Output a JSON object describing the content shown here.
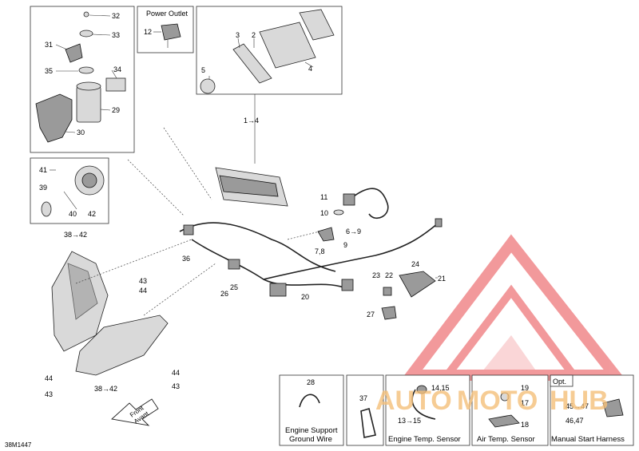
{
  "diagram": {
    "code": "38M1447",
    "front_label": [
      "Front",
      "Avant"
    ],
    "boxes": {
      "power_outlet_title": "Power Outlet",
      "engine_support_caption": [
        "Engine Support",
        "Ground Wire"
      ],
      "engine_temp_caption": "Engine Temp. Sensor",
      "air_temp_caption": "Air Temp. Sensor",
      "manual_start_caption": "Manual Start Harness",
      "opt_tag": "Opt."
    },
    "callouts": {
      "c32": "32",
      "c33": "33",
      "c31": "31",
      "c35": "35",
      "c34": "34",
      "c29": "29",
      "c30": "30",
      "c12": "12",
      "c3": "3",
      "c2": "2",
      "c5": "5",
      "c4": "4",
      "c1_4": "1→4",
      "c41": "41",
      "c39": "39",
      "c40": "40",
      "c42": "42",
      "c38_42_top": "38→42",
      "c11": "11",
      "c10": "10",
      "c6_9": "6→9",
      "c7_8": "7,8",
      "c9": "9",
      "c36": "36",
      "c43a": "43",
      "c44a": "44",
      "c25": "25",
      "c26": "26",
      "c20": "20",
      "c23": "23",
      "c22": "22",
      "c24": "24",
      "c21": "21",
      "c27": "27",
      "c44b": "44",
      "c43b": "43",
      "c44c": "44",
      "c43c": "43",
      "c38_42_bot": "38→42",
      "c28": "28",
      "c37": "37",
      "c14_15": "14,15",
      "c13_15": "13→15",
      "c19": "19",
      "c17": "17",
      "c18": "18",
      "c45_47a": "45→47",
      "c46_47": "46,47"
    }
  },
  "watermark": {
    "brand": [
      "AUTO",
      "MOTO",
      "HUB"
    ],
    "color": "#e8474b",
    "accent": "#f5c07a"
  }
}
